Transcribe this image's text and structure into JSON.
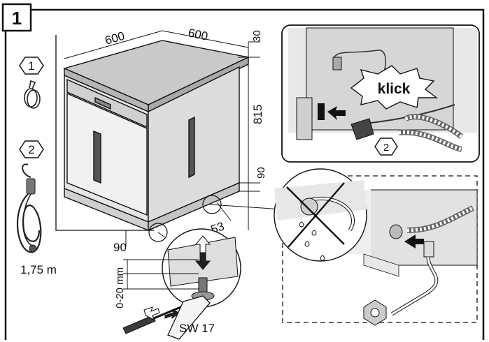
{
  "step": {
    "number": "1"
  },
  "parts": {
    "item1": {
      "number": "1"
    },
    "item2": {
      "number": "2"
    },
    "cable_length": "1,75 m"
  },
  "dimensions": {
    "width": "600",
    "depth": "600",
    "top_gap": "30",
    "height": "815",
    "plinth_height": "90",
    "front_plinth": "90",
    "setback": "53",
    "foot_adjust": "0-20 mm",
    "wrench_size": "SW 17"
  },
  "inset_connection": {
    "sound": "klick",
    "callout_number": "2"
  },
  "colors": {
    "frame": "#111111",
    "cabinet_gray": "#d9d9d9",
    "panel_bg": "#e4e4e4",
    "dark_gray": "#4a4a4a"
  }
}
